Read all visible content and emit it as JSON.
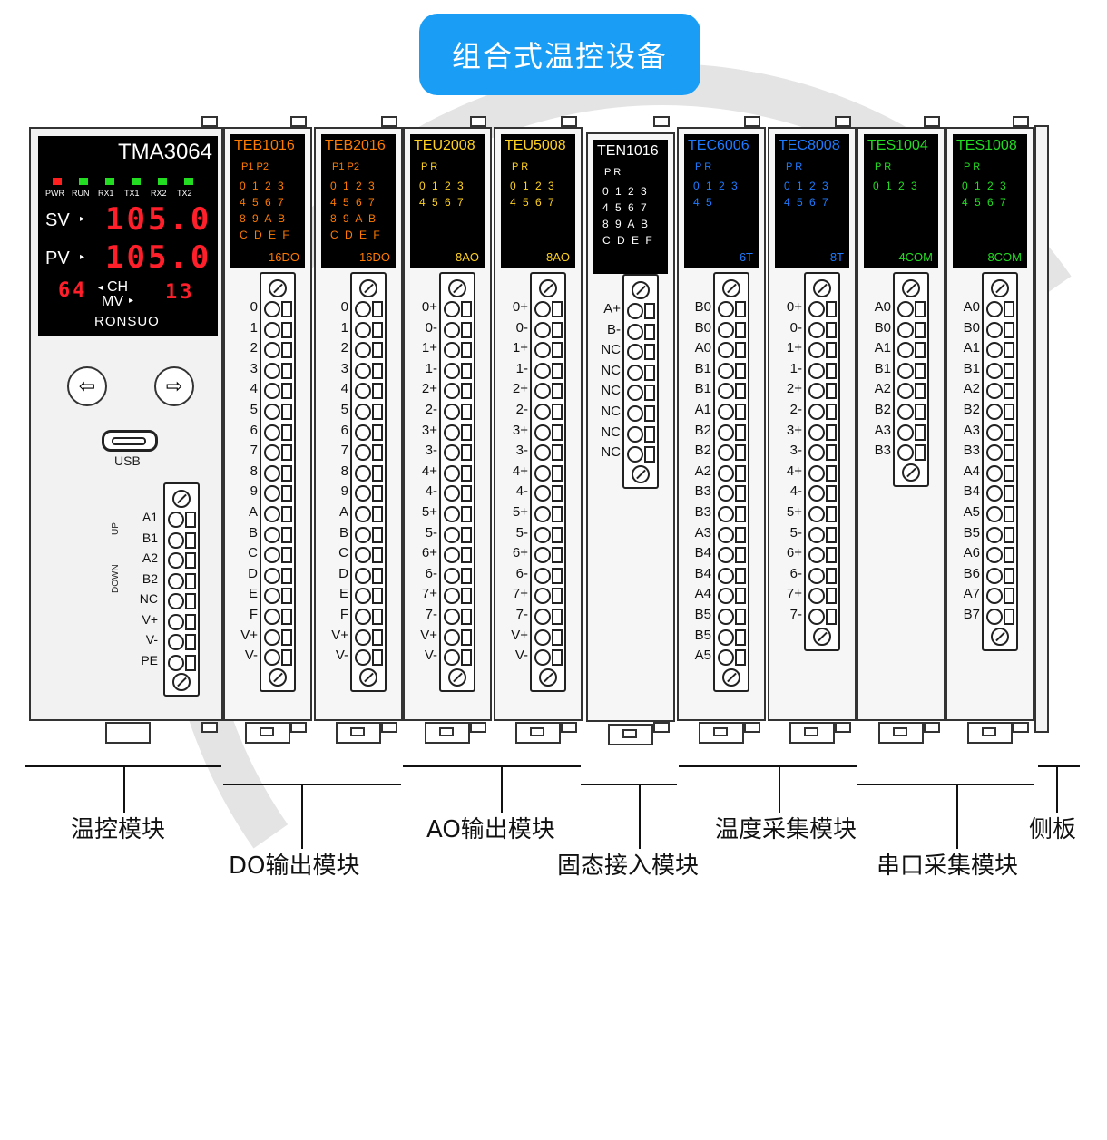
{
  "title": "组合式温控设备",
  "controller": {
    "model": "TMA3064",
    "leds": [
      {
        "label": "PWR",
        "color": "#ff1f1f"
      },
      {
        "label": "RUN",
        "color": "#22dd22"
      },
      {
        "label": "RX1",
        "color": "#22dd22"
      },
      {
        "label": "TX1",
        "color": "#22dd22"
      },
      {
        "label": "RX2",
        "color": "#22dd22"
      },
      {
        "label": "TX2",
        "color": "#22dd22"
      }
    ],
    "sv_label": "SV",
    "sv_value": "105.0",
    "pv_label": "PV",
    "pv_value": "105.0",
    "ch_value": "64",
    "ch_label": "CH",
    "mv_label": "MV",
    "mv_value": "13",
    "brand": "RONSUO",
    "usb_label": "USB",
    "terminals": [
      "A1",
      "B1",
      "A2",
      "B2",
      "NC",
      "V+",
      "V-",
      "PE"
    ],
    "up_label": "UP",
    "down_label": "DOWN",
    "left_icon": "arrow-left-icon",
    "right_icon": "arrow-right-icon"
  },
  "modules": [
    {
      "model": "TEB1016",
      "color": "#ff7a00",
      "pr": "P1 P2",
      "rows": [
        "0 1 2 3",
        "4 5 6 7",
        "8 9 A B",
        "C D E F"
      ],
      "type": "16DO",
      "pins": [
        "0",
        "1",
        "2",
        "3",
        "4",
        "5",
        "6",
        "7",
        "8",
        "9",
        "A",
        "B",
        "C",
        "D",
        "E",
        "F",
        "V+",
        "V-"
      ]
    },
    {
      "model": "TEB2016",
      "color": "#ff7a00",
      "pr": "P1 P2",
      "rows": [
        "0 1 2 3",
        "4 5 6 7",
        "8 9 A B",
        "C D E F"
      ],
      "type": "16DO",
      "pins": [
        "0",
        "1",
        "2",
        "3",
        "4",
        "5",
        "6",
        "7",
        "8",
        "9",
        "A",
        "B",
        "C",
        "D",
        "E",
        "F",
        "V+",
        "V-"
      ]
    },
    {
      "model": "TEU2008",
      "color": "#ffd21f",
      "pr": "P R",
      "rows": [
        "0 1 2 3",
        "4 5 6 7"
      ],
      "type": "8AO",
      "pins": [
        "0+",
        "0-",
        "1+",
        "1-",
        "2+",
        "2-",
        "3+",
        "3-",
        "4+",
        "4-",
        "5+",
        "5-",
        "6+",
        "6-",
        "7+",
        "7-",
        "V+",
        "V-"
      ]
    },
    {
      "model": "TEU5008",
      "color": "#ffd21f",
      "pr": "P R",
      "rows": [
        "0 1 2 3",
        "4 5 6 7"
      ],
      "type": "8AO",
      "pins": [
        "0+",
        "0-",
        "1+",
        "1-",
        "2+",
        "2-",
        "3+",
        "3-",
        "4+",
        "4-",
        "5+",
        "5-",
        "6+",
        "6-",
        "7+",
        "7-",
        "V+",
        "V-"
      ]
    },
    {
      "model": "TEN1016",
      "color": "#ffffff",
      "pr": "P R",
      "rows": [
        "0 1 2 3",
        "4 5 6 7",
        "8 9 A B",
        "C D E F"
      ],
      "type": "",
      "pins": [
        "A+",
        "B-",
        "NC",
        "NC",
        "NC",
        "NC",
        "NC",
        "NC"
      ]
    },
    {
      "model": "TEC6006",
      "color": "#1e7bff",
      "pr": "P R",
      "rows": [
        "0 1 2 3",
        "4 5"
      ],
      "type": "6T",
      "pins": [
        "B0",
        "B0",
        "A0",
        "B1",
        "B1",
        "A1",
        "B2",
        "B2",
        "A2",
        "B3",
        "B3",
        "A3",
        "B4",
        "B4",
        "A4",
        "B5",
        "B5",
        "A5"
      ]
    },
    {
      "model": "TEC8008",
      "color": "#1e7bff",
      "pr": "P R",
      "rows": [
        "0 1 2 3",
        "4 5 6 7"
      ],
      "type": "8T",
      "pins": [
        "0+",
        "0-",
        "1+",
        "1-",
        "2+",
        "2-",
        "3+",
        "3-",
        "4+",
        "4-",
        "5+",
        "5-",
        "6+",
        "6-",
        "7+",
        "7-"
      ]
    },
    {
      "model": "TES1004",
      "color": "#22dd22",
      "pr": "P R",
      "rows": [
        "0 1 2 3"
      ],
      "type": "4COM",
      "pins": [
        "A0",
        "B0",
        "A1",
        "B1",
        "A2",
        "B2",
        "A3",
        "B3"
      ]
    },
    {
      "model": "TES1008",
      "color": "#22dd22",
      "pr": "P R",
      "rows": [
        "0 1 2 3",
        "4 5 6 7"
      ],
      "type": "8COM",
      "pins": [
        "A0",
        "B0",
        "A1",
        "B1",
        "A2",
        "B2",
        "A3",
        "B3",
        "A4",
        "B4",
        "A5",
        "B5",
        "A6",
        "B6",
        "A7",
        "B7"
      ]
    }
  ],
  "captions": {
    "temp_control": "温控模块",
    "do_output": "DO输出模块",
    "ao_output": "AO输出模块",
    "solid_state": "固态接入模块",
    "temp_collect": "温度采集模块",
    "serial_collect": "串口采集模块",
    "side_panel": "侧板"
  }
}
